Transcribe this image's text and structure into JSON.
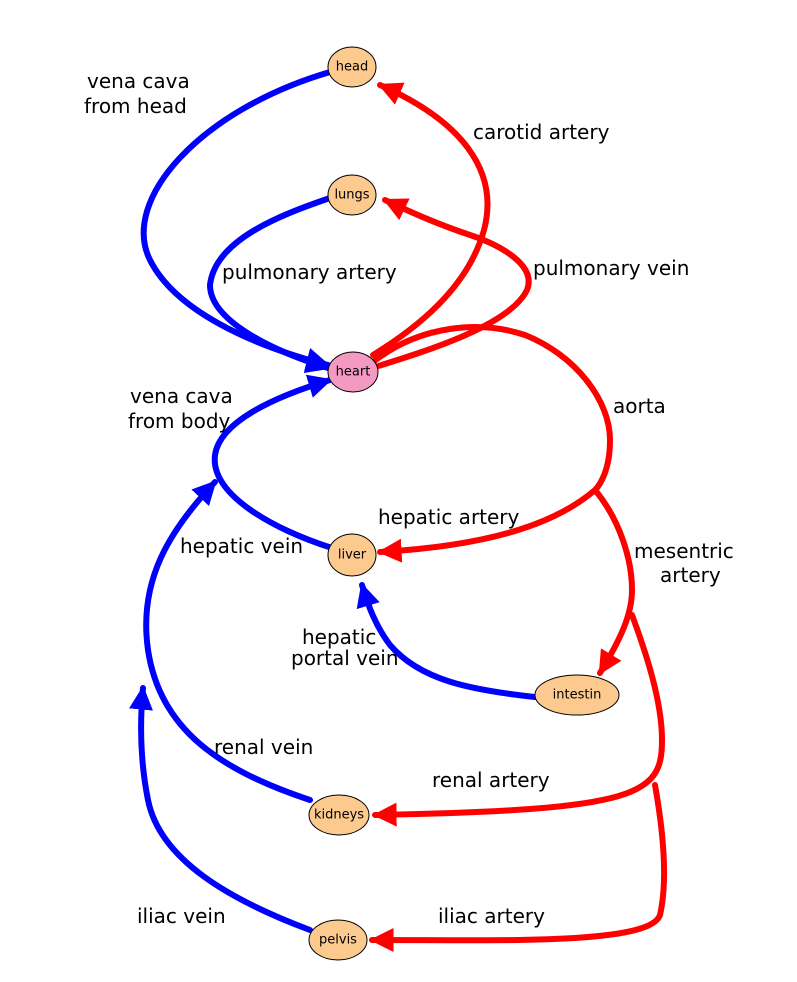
{
  "colors": {
    "artery": "#ff0000",
    "vein": "#0000ff",
    "node_fill": "#fcc98e",
    "heart_fill": "#f49ac2",
    "node_stroke": "#000000"
  },
  "nodes": {
    "head": "head",
    "lungs": "lungs",
    "heart": "heart",
    "liver": "liver",
    "intestin": "intestin",
    "kidneys": "kidneys",
    "pelvis": "pelvis"
  },
  "labels": {
    "vena_cava_head_1": "vena  cava",
    "vena_cava_head_2": "from head",
    "carotid_artery": "carotid artery",
    "pulmonary_artery": "pulmonary  artery",
    "pulmonary_vein": "pulmonary vein",
    "vena_cava_body_1": "vena  cava",
    "vena_cava_body_2": "from body",
    "aorta": "aorta",
    "hepatic_artery": "hepatic artery",
    "hepatic_vein": "hepatic vein",
    "mesentric_artery_1": "mesentric",
    "mesentric_artery_2": "artery",
    "hepatic_portal_vein_1": "hepatic",
    "hepatic_portal_vein_2": "portal vein",
    "renal_vein": "renal vein",
    "renal_artery": "renal artery",
    "iliac_vein": "iliac vein",
    "iliac_artery": "iliac artery"
  }
}
